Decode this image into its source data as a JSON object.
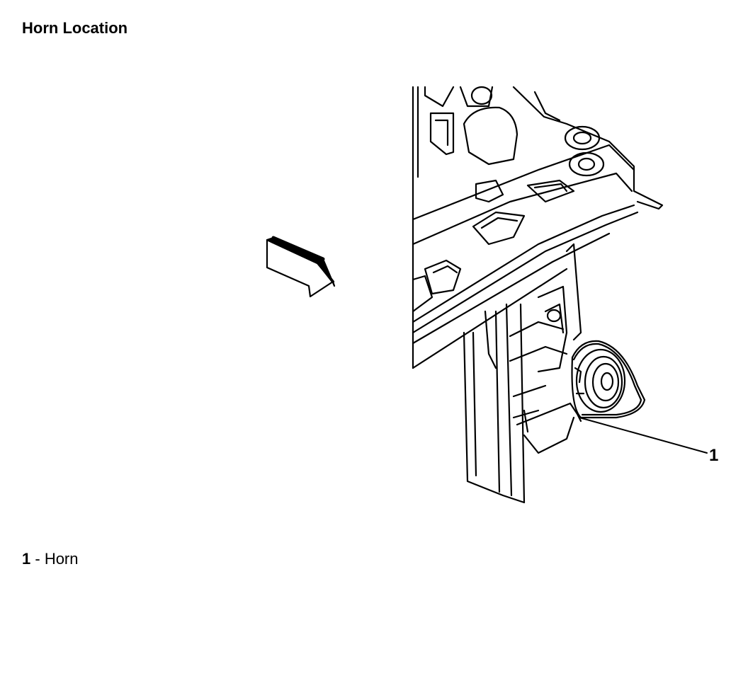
{
  "title": "Horn Location",
  "callouts": [
    {
      "number": "1",
      "separator": " - ",
      "label": "Horn"
    }
  ]
}
